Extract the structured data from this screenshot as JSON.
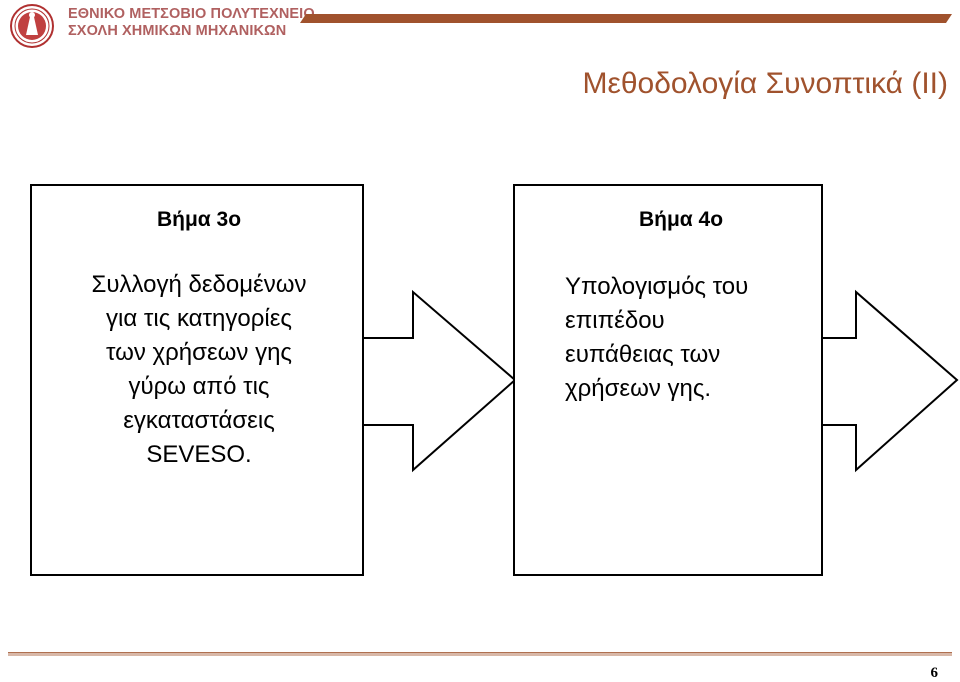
{
  "header": {
    "institution_line1": "ΕΘΝΙΚΟ ΜΕΤΣΟΒΙΟ ΠΟΛΥΤΕΧΝΕΙΟ",
    "institution_line2": "ΣΧΟΛΗ ΧΗΜΙΚΩΝ ΜΗΧΑΝΙΚΩΝ",
    "accent_color": "#a0522d"
  },
  "slide": {
    "title": "Μεθοδολογία Συνοπτικά (ΙΙ)",
    "page_number": "6"
  },
  "steps": [
    {
      "heading": "Βήμα 3ο",
      "lines": [
        "Συλλογή δεδομένων",
        "για τις κατηγορίες",
        "των χρήσεων γης",
        "γύρω από τις",
        "εγκαταστάσεις",
        "SEVESO."
      ]
    },
    {
      "heading": "Βήμα 4ο",
      "lines": [
        "Υπολογισμός του",
        "επιπέδου",
        "ευπάθειας των",
        "χρήσεων γης."
      ]
    }
  ]
}
